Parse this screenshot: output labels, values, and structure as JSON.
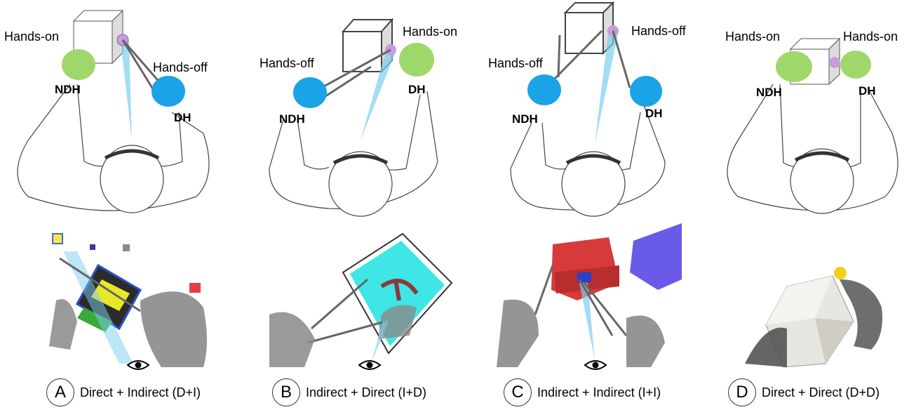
{
  "panels": [
    {
      "id": "A",
      "caption": "Direct + Indirect (D+I)",
      "label_left": "Hands-on",
      "label_right": "Hands-off",
      "tag_left": "NDH",
      "tag_right": "DH"
    },
    {
      "id": "B",
      "caption": "Indirect + Direct (I+D)",
      "label_left": "Hands-off",
      "label_right": "Hands-on",
      "tag_left": "NDH",
      "tag_right": "DH"
    },
    {
      "id": "C",
      "caption": "Indirect + Indirect (I+I)",
      "label_left": "Hands-off",
      "label_right": "Hands-off",
      "tag_left": "NDH",
      "tag_right": "DH"
    },
    {
      "id": "D",
      "caption": "Direct + Direct (D+D)",
      "label_left": "Hands-on",
      "label_right": "Hands-on",
      "tag_left": "NDH",
      "tag_right": "DH"
    }
  ],
  "colors": {
    "hands_on": "#9fd86a",
    "hands_off": "#1aa3e6",
    "contact": "#c79be0",
    "ray": "#7ccfee",
    "outline": "#444444"
  }
}
